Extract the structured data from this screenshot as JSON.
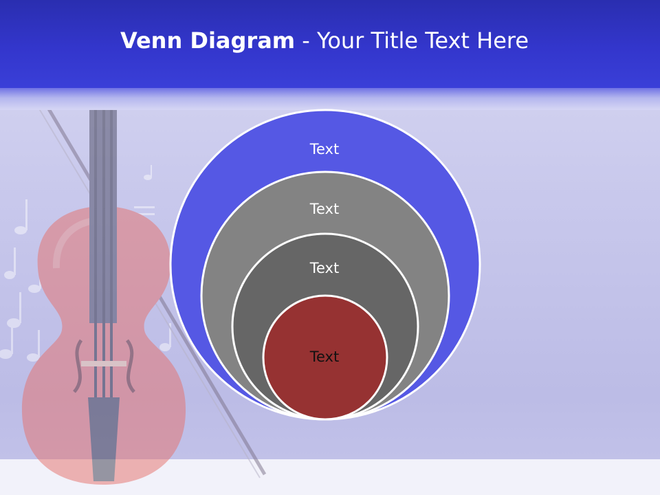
{
  "title": {
    "bold": "Venn Diagram",
    "rest": " - Your Title Text Here"
  },
  "colors": {
    "header": "#3336cc",
    "circle_outer": "#5558e4",
    "circle_second": "#838383",
    "circle_third": "#666666",
    "circle_inner": "#963232"
  },
  "diagram": {
    "circles": [
      {
        "label": "Text"
      },
      {
        "label": "Text"
      },
      {
        "label": "Text"
      },
      {
        "label": "Text"
      }
    ]
  },
  "background_art": "violin-with-bow-and-music-notes"
}
